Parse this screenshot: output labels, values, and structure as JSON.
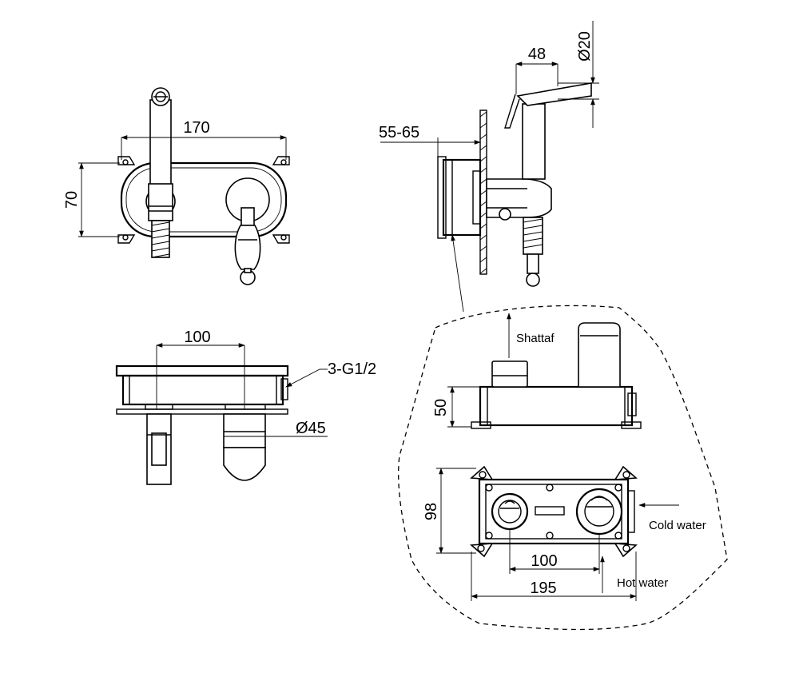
{
  "dimensions": {
    "front_width": "170",
    "front_height": "70",
    "projection": "55-65",
    "shattaf_offset": "48",
    "shattaf_diameter": "Ø20",
    "top_spacing": "100",
    "thread": "3-G1/2",
    "cartridge_diameter": "Ø45",
    "box_depth": "50",
    "box_height": "98",
    "box_spacing": "100",
    "box_width": "195"
  },
  "labels": {
    "shattaf": "Shattaf",
    "cold_water": "Cold water",
    "hot_water": "Hot water"
  },
  "colors": {
    "line": "#000000",
    "background": "#ffffff"
  }
}
